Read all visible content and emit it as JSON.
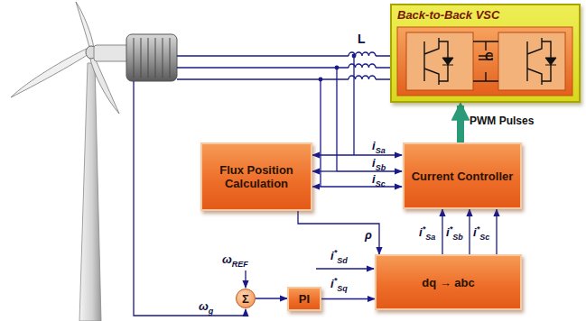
{
  "diagram": {
    "nodes": [
      {
        "text": [
          "Back-to-Back VSC"
        ]
      },
      {
        "text": [
          "Flux Position Calculation"
        ]
      },
      {
        "text": [
          "Current Controller"
        ]
      },
      {
        "text": [
          "PI"
        ]
      },
      {
        "text": [
          "dq → abc"
        ]
      },
      {
        "text": [
          "Σ"
        ]
      }
    ],
    "edges": [
      {
        "from": 1,
        "to": 4,
        "arrow": "to",
        "label": "ρ"
      },
      {
        "from": 4,
        "to": 2,
        "arrow": "to",
        "label": "i*Sa"
      },
      {
        "from": 4,
        "to": 2,
        "arrow": "to",
        "label": "i*Sb"
      },
      {
        "from": 4,
        "to": 2,
        "arrow": "to",
        "label": "i*Sc"
      },
      {
        "from": 5,
        "to": 3,
        "arrow": "to"
      },
      {
        "from": 3,
        "to": 4,
        "arrow": "to",
        "label": "i*Sq"
      },
      {
        "from": 2,
        "to": 0,
        "arrow": "to",
        "label": "PWM Pulses"
      }
    ],
    "labels": [
      "L",
      "C",
      "iSa",
      "iSb",
      "iSc",
      "i*Sd",
      "ωREF",
      "ωg"
    ]
  }
}
